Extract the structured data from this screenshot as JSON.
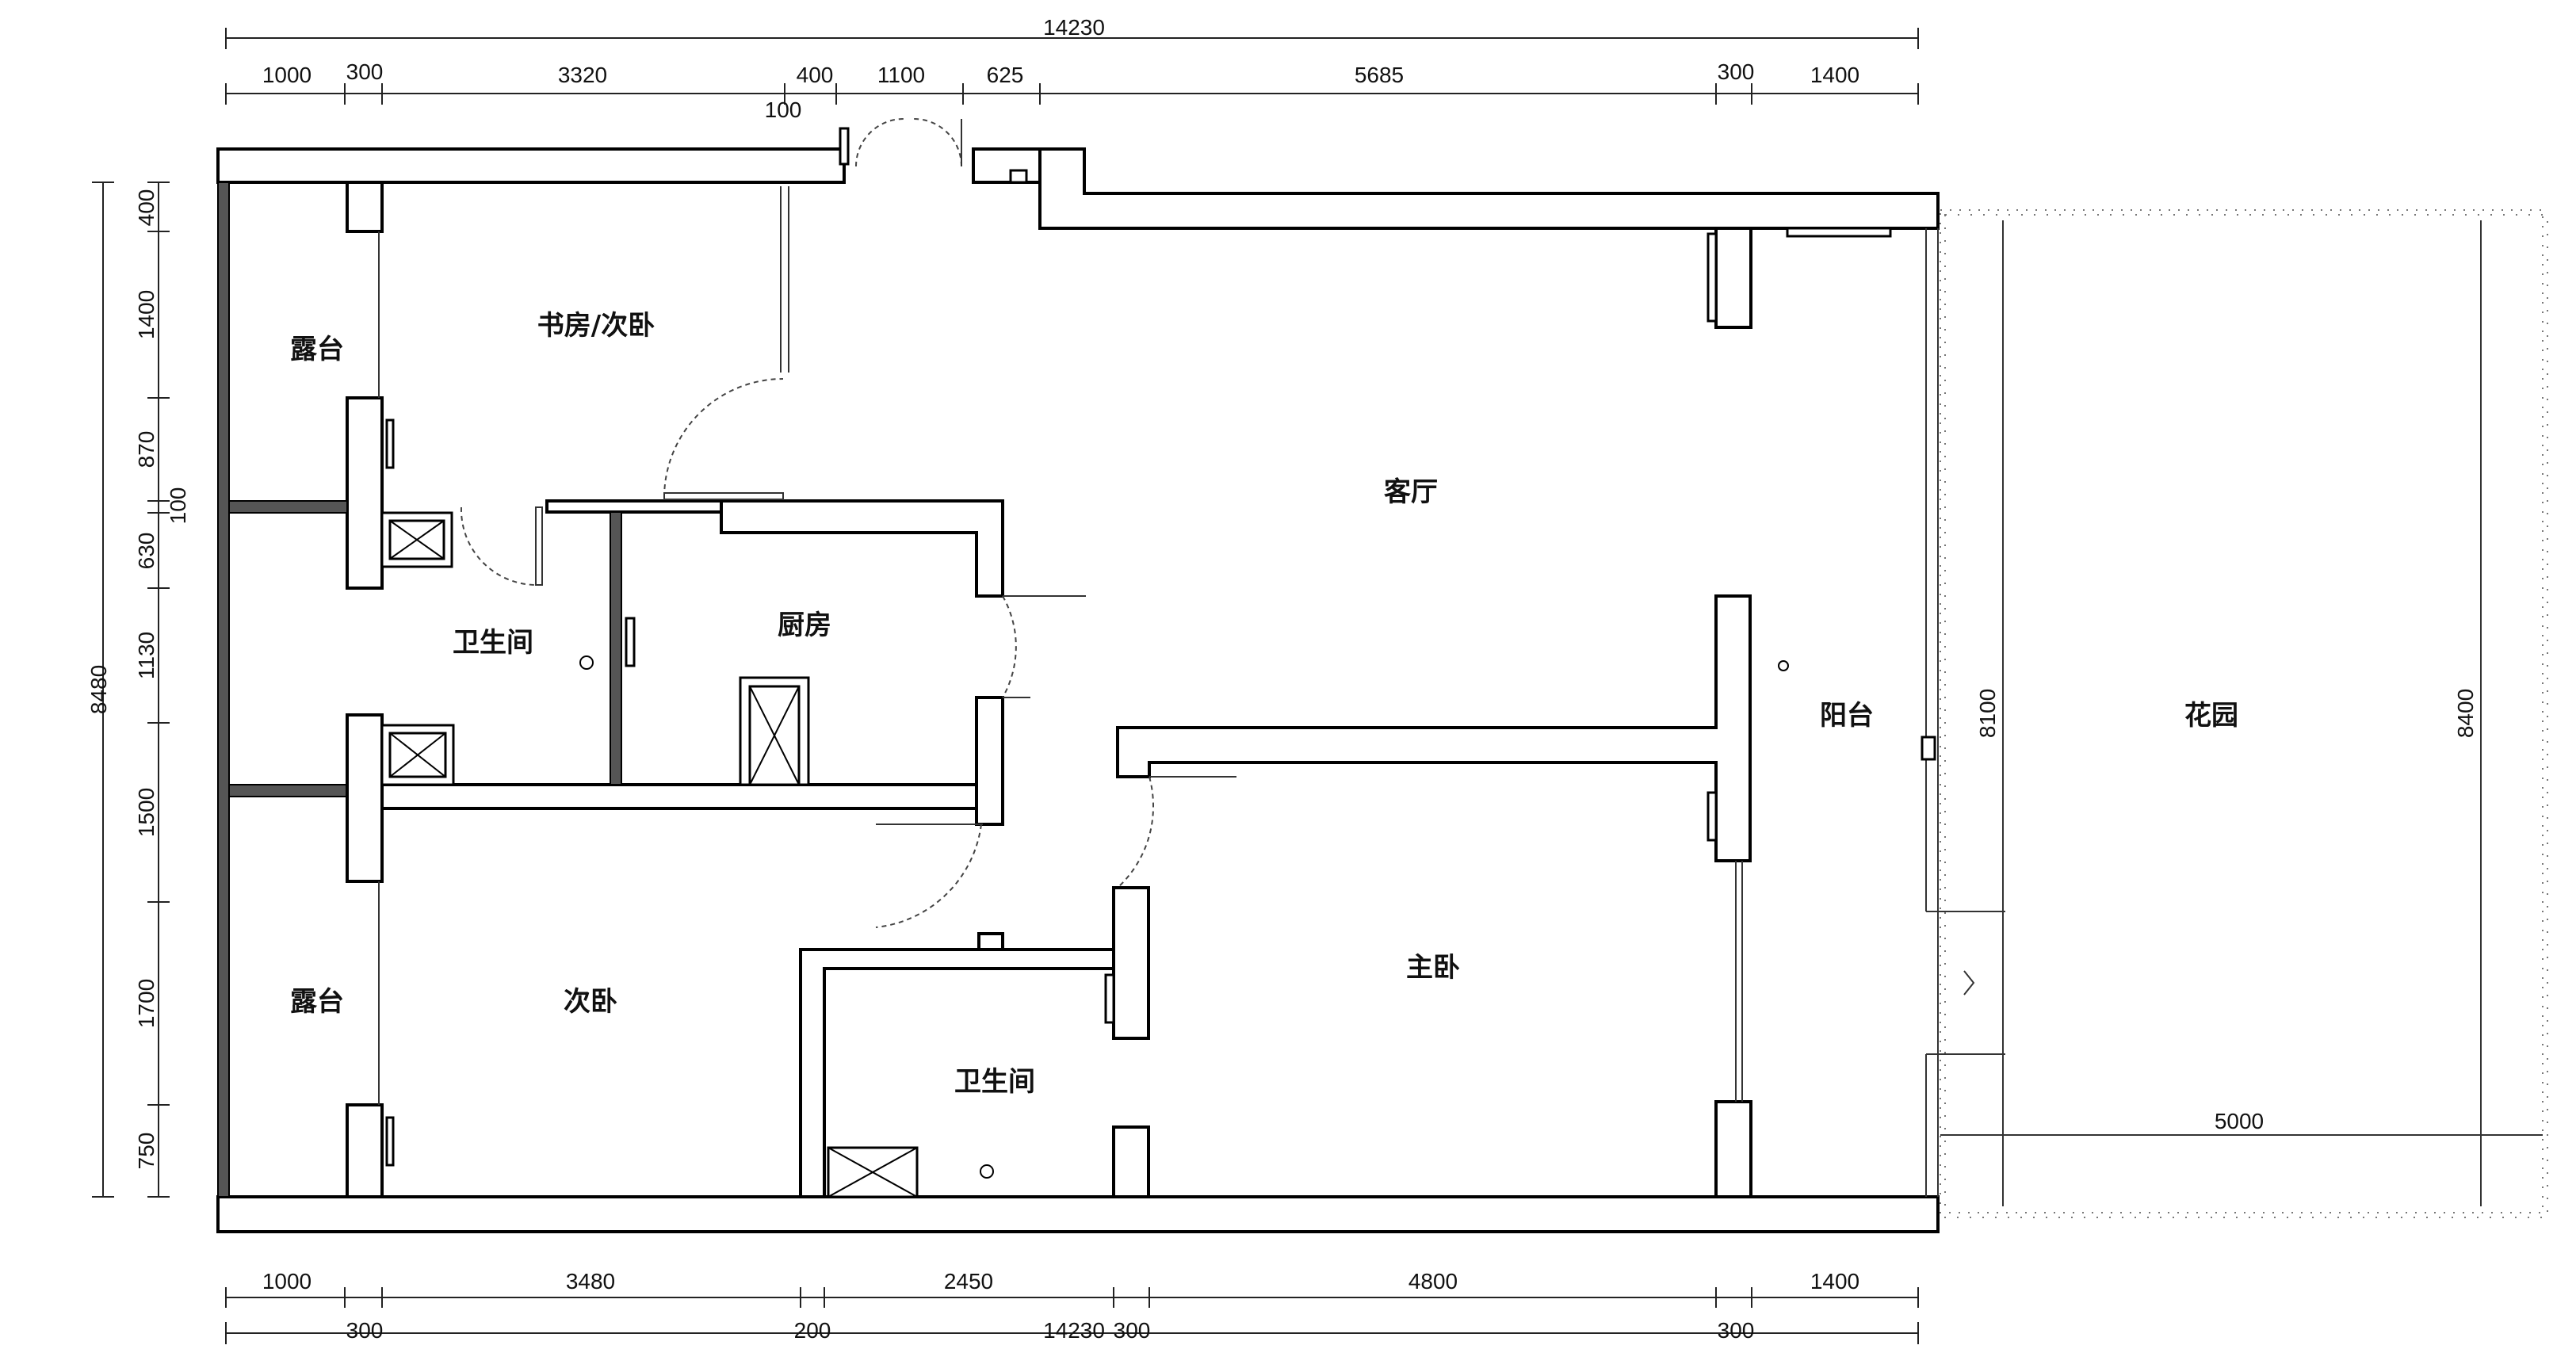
{
  "rooms": {
    "terrace_top": "露台",
    "study": "书房/次卧",
    "living": "客厅",
    "bath_left": "卫生间",
    "kitchen": "厨房",
    "balcony": "阳台",
    "garden": "花园",
    "terrace_bottom": "露台",
    "second_bedroom": "次卧",
    "master_bedroom": "主卧",
    "bath_center": "卫生间"
  },
  "dims_top": {
    "total": "14230",
    "segments": [
      "1000",
      "300",
      "3320",
      "400",
      "1100",
      "625",
      "5685",
      "300",
      "1400"
    ],
    "small": "100"
  },
  "dims_bottom": {
    "row1": [
      "1000",
      "3480",
      "2450",
      "4800",
      "1400"
    ],
    "row2": [
      "300",
      "200",
      "14230",
      "300",
      "300"
    ]
  },
  "dims_left": {
    "total": "8480",
    "segments": [
      "400",
      "1400",
      "870",
      "100",
      "630",
      "1130",
      "1500",
      "1700",
      "750"
    ]
  },
  "dims_right": {
    "balcony": "8100",
    "garden_h": "8400",
    "garden_w": "5000"
  }
}
